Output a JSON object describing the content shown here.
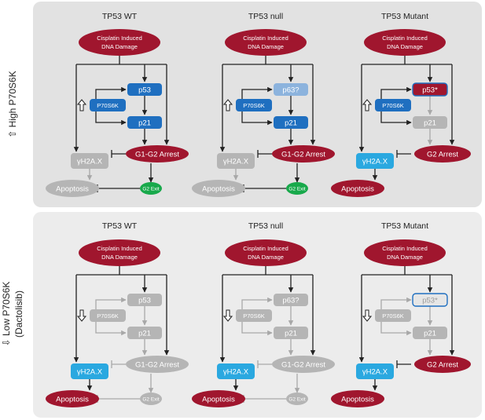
{
  "colors": {
    "damage_red": "#a0162e",
    "p53_blue": "#1f6fc0",
    "p63_light": "#8cb3dd",
    "cyan": "#2aa8e0",
    "gray_node": "#b5b5b5",
    "exit_green": "#18a94b",
    "arrow_black": "#222222",
    "arrow_gray": "#a8a8a8"
  },
  "side_labels": {
    "high": "⇧ High P70S6K",
    "low_1": "⇩ Low P70S6K",
    "low_2": "(Dactolisib)"
  },
  "top": {
    "titles": [
      "TP53 WT",
      "TP53 null",
      "TP53 Mutant"
    ],
    "columns": [
      {
        "damage_1": "Cisplatin Induced",
        "damage_2": "DNA Damage",
        "p53": "p53",
        "p70": "P70S6K",
        "p21": "p21",
        "h2ax": "γH2A.X",
        "arrest": "G1-G2 Arrest",
        "apoptosis": "Apoptosis",
        "exit": "G2 Exit"
      },
      {
        "damage_1": "Cisplatin Induced",
        "damage_2": "DNA Damage",
        "p53": "p63?",
        "p70": "P70S6K",
        "p21": "p21",
        "h2ax": "γH2A.X",
        "arrest": "G1-G2 Arrest",
        "apoptosis": "Apoptosis",
        "exit": "G2 Exit"
      },
      {
        "damage_1": "Cisplatin Induced",
        "damage_2": "DNA Damage",
        "p53": "p53*",
        "p70": "P70S6K",
        "p21": "p21",
        "h2ax": "γH2A.X",
        "arrest": "G2 Arrest",
        "apoptosis": "Apoptosis"
      }
    ]
  },
  "bottom": {
    "titles": [
      "TP53 WT",
      "TP53 null",
      "TP53 Mutant"
    ],
    "columns": [
      {
        "damage_1": "Cisplatin Induced",
        "damage_2": "DNA Damage",
        "p53": "p53",
        "p70": "P70S6K",
        "p21": "p21",
        "h2ax": "γH2A.X",
        "arrest": "G1-G2 Arrest",
        "apoptosis": "Apoptosis",
        "exit": "G2 Exit"
      },
      {
        "damage_1": "Cisplatin Induced",
        "damage_2": "DNA Damage",
        "p53": "p63?",
        "p70": "P70S6K",
        "p21": "p21",
        "h2ax": "γH2A.X",
        "arrest": "G1-G2 Arrest",
        "apoptosis": "Apoptosis",
        "exit": "G2 Exit"
      },
      {
        "damage_1": "Cisplatin Induced",
        "damage_2": "DNA Damage",
        "p53": "p53*",
        "p70": "P70S6K",
        "p21": "p21",
        "h2ax": "γH2A.X",
        "arrest": "G2 Arrest",
        "apoptosis": "Apoptosis"
      }
    ]
  }
}
